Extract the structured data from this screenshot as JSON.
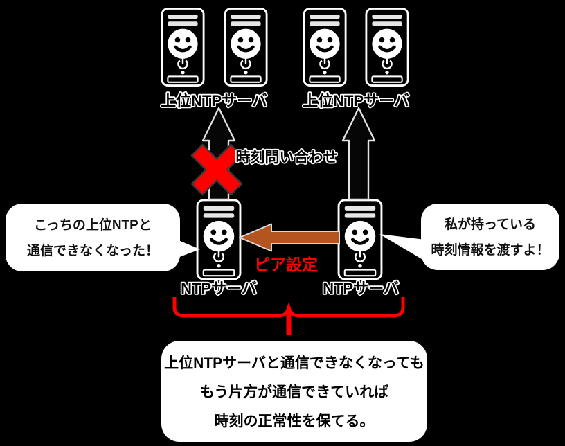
{
  "colors": {
    "background": "#000000",
    "bubble_fill": "#ffffff",
    "error_x_red": "#ff0000",
    "peer_arrow_brown": "#b4541e",
    "brace_red": "#ff0000",
    "peer_label_red": "#ff0000",
    "outline_white": "#ffffff"
  },
  "icons": {
    "server": "server-icon",
    "error": "error-x-icon",
    "up_arrow": "up-arrow-icon",
    "peer_arrow": "peer-arrow-icon",
    "brace": "brace-icon"
  },
  "top_row": {
    "left_pair_label": "上位NTPサーバ",
    "right_pair_label": "上位NTPサーバ"
  },
  "arrows": {
    "query_label": "時刻問い合わせ",
    "peer_label": "ピア設定"
  },
  "ntp_row": {
    "left_label": "NTPサーバ",
    "right_label": "NTPサーバ"
  },
  "bubbles": {
    "left": {
      "line1": "こっちの上位NTPと",
      "line2": "通信できなくなった！"
    },
    "right": {
      "line1": "私が持っている",
      "line2": "時刻情報を渡すよ！"
    }
  },
  "note": {
    "line1": "上位NTPサーバと通信できなくなっても",
    "line2": "もう片方が通信できていれば",
    "line3": "時刻の正常性を保てる。"
  }
}
